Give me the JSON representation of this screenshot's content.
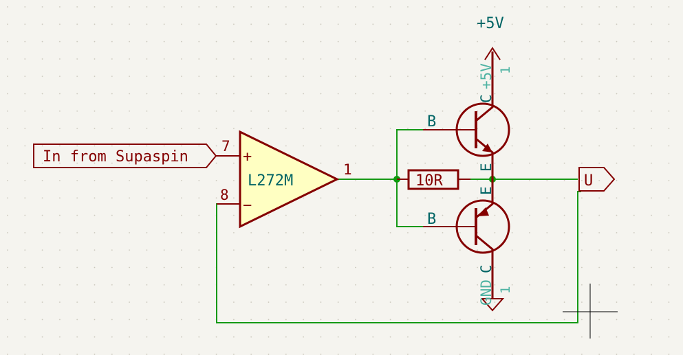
{
  "colors": {
    "background": "#f5f4ef",
    "grid_dot": "#c9c6ba",
    "wire": "#159915",
    "symbol": "#840000",
    "opamp_fill": "#ffffc2",
    "label_dark": "#006464",
    "label_light": "#4fb3a3",
    "junction": "#0d9a0d"
  },
  "power": {
    "vcc_label": "+5V",
    "vcc_ref": "+5V",
    "vcc_pin": "1",
    "gnd_ref": "GND",
    "gnd_pin": "1"
  },
  "input_label": "In from Supaspin",
  "output_label": "U",
  "opamp": {
    "name": "L272M",
    "pin_plus": "7",
    "pin_minus": "8",
    "pin_out": "1",
    "plus_sign": "+",
    "minus_sign": "−"
  },
  "resistor": {
    "value": "10R"
  },
  "transistors": {
    "top": {
      "base": "B",
      "collector": "C",
      "emitter": "E"
    },
    "bottom": {
      "base": "B",
      "collector": "C",
      "emitter": "E"
    }
  }
}
